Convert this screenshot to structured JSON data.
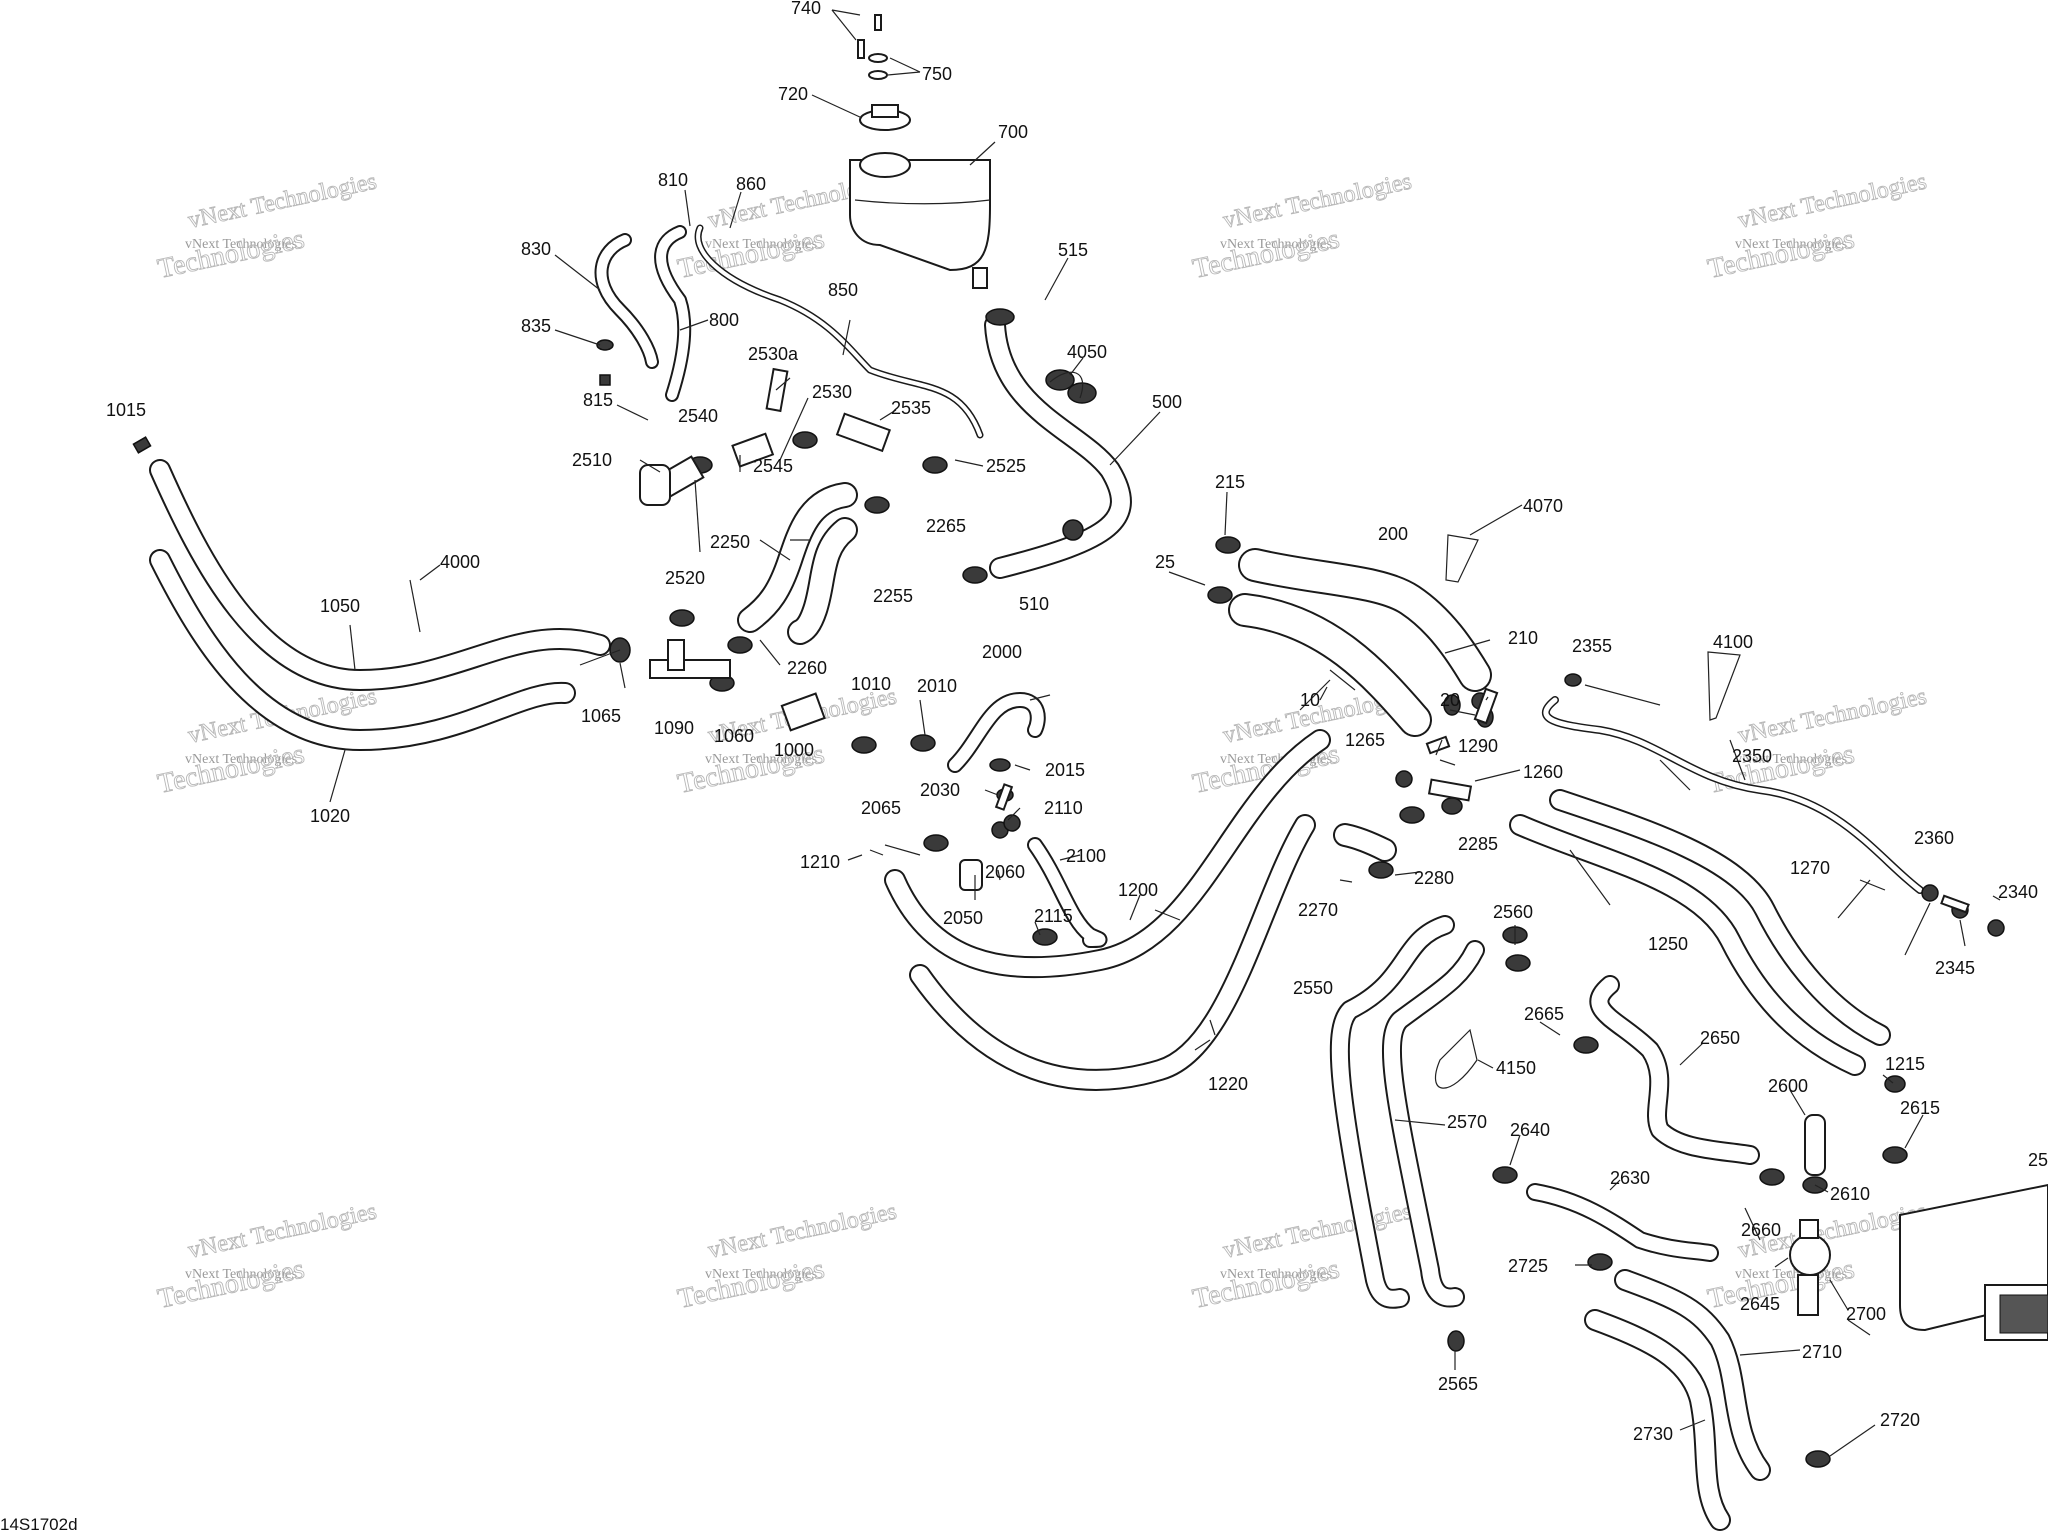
{
  "drawing_code": "14S1702d",
  "watermark": {
    "line1": "vNext Technologies",
    "line2": "Technologies"
  },
  "parts": [
    "740",
    "750",
    "720",
    "700",
    "810",
    "860",
    "830",
    "800",
    "850",
    "835",
    "515",
    "4050",
    "815",
    "2530a",
    "2530",
    "2535",
    "2540",
    "2510",
    "2525",
    "500",
    "1015",
    "2545",
    "2265",
    "2250",
    "4000",
    "2520",
    "2255",
    "1050",
    "510",
    "215",
    "200",
    "4070",
    "25",
    "2260",
    "1065",
    "1090",
    "1060",
    "1000",
    "1010",
    "2010",
    "2000",
    "2015",
    "2030",
    "2110",
    "2065",
    "1210",
    "2060",
    "2100",
    "2050",
    "2115",
    "1200",
    "1220",
    "1020",
    "10",
    "20",
    "210",
    "2355",
    "4100",
    "1265",
    "1290",
    "2285",
    "1260",
    "2350",
    "2270",
    "2280",
    "2560",
    "1270",
    "1250",
    "2360",
    "2345",
    "2340",
    "2550",
    "2665",
    "2650",
    "4150",
    "1215",
    "2570",
    "2600",
    "2615",
    "2640",
    "2610",
    "2630",
    "2660",
    "2725",
    "2645",
    "2700",
    "2710",
    "2720",
    "2730",
    "2565",
    "25"
  ]
}
